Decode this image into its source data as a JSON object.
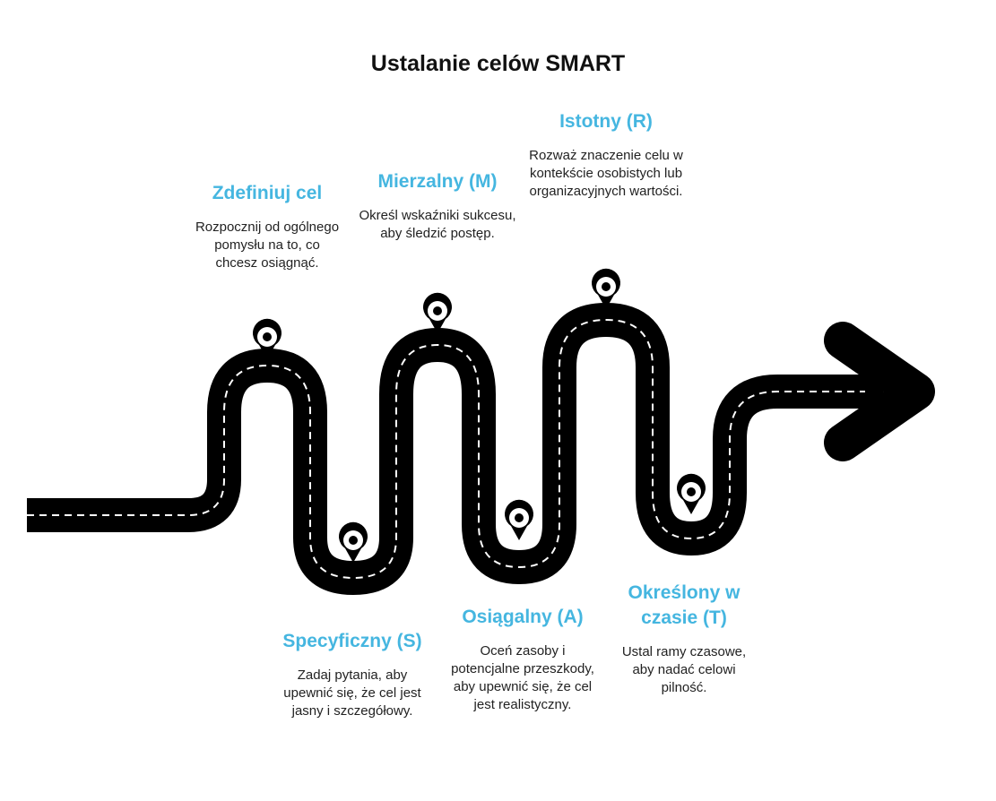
{
  "title": "Ustalanie celów SMART",
  "colors": {
    "accent": "#45B6E0",
    "road": "#000000",
    "lane_marking": "#FFFFFF",
    "text": "#222222"
  },
  "icons": {
    "pin": "map-pin-icon",
    "arrow": "arrow-right-icon"
  },
  "stages": [
    {
      "id": "define",
      "heading": "Zdefiniuj cel",
      "description": "Rozpocznij od ogólnego pomysłu na to, co chcesz osiągnąć."
    },
    {
      "id": "specific",
      "heading": "Specyficzny (S)",
      "description": "Zadaj pytania, aby upewnić się, że cel jest jasny i szczegółowy."
    },
    {
      "id": "measurable",
      "heading": "Mierzalny (M)",
      "description": "Określ wskaźniki sukcesu, aby śledzić postęp."
    },
    {
      "id": "achievable",
      "heading": "Osiągalny (A)",
      "description": "Oceń zasoby i potencjalne przeszkody, aby upewnić się, że cel jest realistyczny."
    },
    {
      "id": "relevant",
      "heading": "Istotny (R)",
      "description": "Rozważ znaczenie celu w kontekście osobistych lub organizacyjnych wartości."
    },
    {
      "id": "time-bound",
      "heading": "Określony w czasie (T)",
      "description": "Ustal ramy czasowe, aby nadać celowi pilność."
    }
  ]
}
